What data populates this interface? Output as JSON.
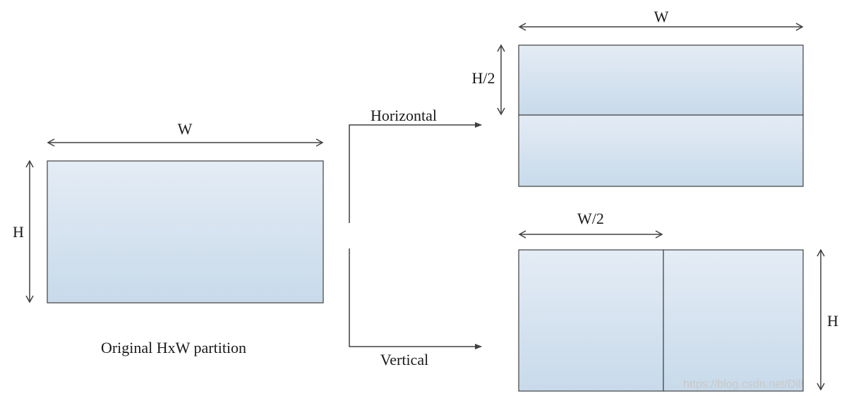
{
  "colors": {
    "block_fill_top": "#E4ECF5",
    "block_fill_bottom": "#C8DAEA",
    "block_stroke": "#404040",
    "arrow": "#404040",
    "text": "#1a1a1a",
    "watermark": "#c8c8c8"
  },
  "original": {
    "width_label": "W",
    "height_label": "H",
    "caption": "Original HxW partition"
  },
  "branches": {
    "horizontal_label": "Horizontal",
    "vertical_label": "Vertical"
  },
  "horizontal_split": {
    "width_label": "W",
    "half_height_label": "H/2"
  },
  "vertical_split": {
    "half_width_label": "W/2",
    "height_label": "H"
  },
  "watermark": "https://blog.csdn.net/Dill"
}
